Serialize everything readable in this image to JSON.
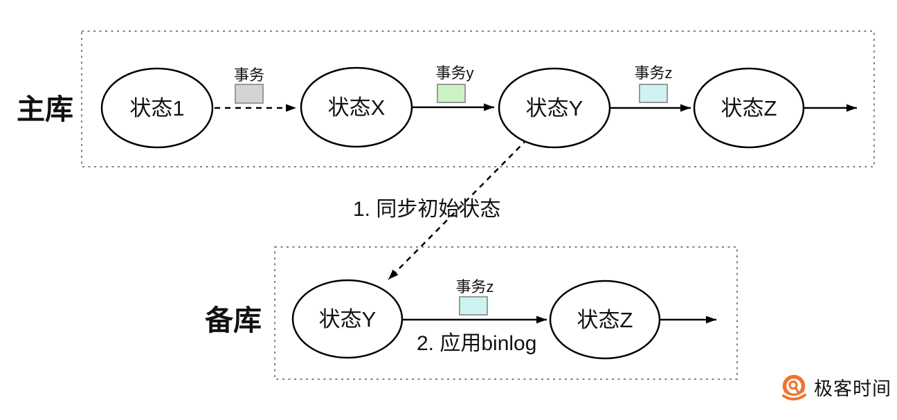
{
  "master": {
    "label": "主库",
    "states": [
      {
        "label": "状态1",
        "highlighted": false
      },
      {
        "label": "状态X",
        "highlighted": false
      },
      {
        "label": "状态Y",
        "highlighted": true
      },
      {
        "label": "状态Z",
        "highlighted": false
      }
    ],
    "transactions": [
      {
        "label": "事务"
      },
      {
        "label": "事务y"
      },
      {
        "label": "事务z"
      }
    ]
  },
  "standby": {
    "label": "备库",
    "states": [
      {
        "label": "状态Y",
        "highlighted": true
      },
      {
        "label": "状态Z",
        "highlighted": false
      }
    ],
    "transactions": [
      {
        "label": "事务z"
      }
    ]
  },
  "steps": [
    {
      "label": "1. 同步初始状态"
    },
    {
      "label": "2. 应用binlog"
    }
  ],
  "colors": {
    "state_highlight": "#c9f2c1",
    "txn_gray": "#d4d4d4",
    "txn_green": "#cdf3c5",
    "txn_cyan": "#cdf4f3",
    "logo_orange": "#ee7430",
    "logo_text_gray": "#7c7c7c"
  },
  "footer": {
    "logo_text": "极客时间"
  }
}
